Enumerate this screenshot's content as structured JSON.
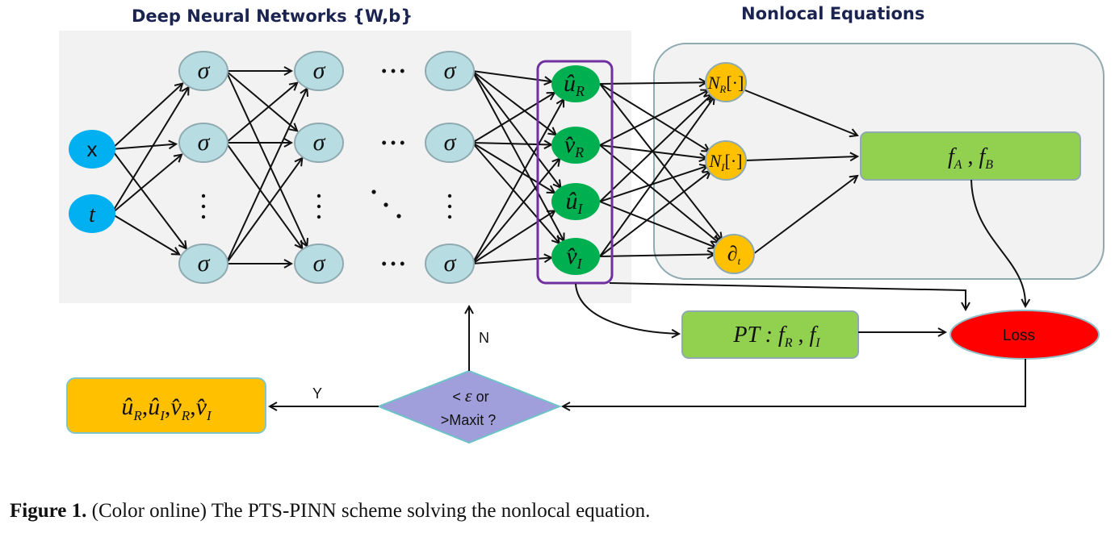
{
  "titles": {
    "left": "Deep Neural  Networks {W,b}",
    "right": "Nonlocal Equations"
  },
  "inputs": [
    "x",
    "t"
  ],
  "hidden_symbol": "σ",
  "ellipsis_h": "• • •",
  "outputs": [
    {
      "base": "û",
      "sub": "R"
    },
    {
      "base": "v̂",
      "sub": "R"
    },
    {
      "base": "û",
      "sub": "I"
    },
    {
      "base": "v̂",
      "sub": "I"
    }
  ],
  "operators": [
    {
      "base": "N",
      "sub": "R",
      "tail": "[·]"
    },
    {
      "base": "N",
      "sub": "I",
      "tail": "[·]"
    },
    {
      "base": "∂",
      "sub": "t",
      "tail": ""
    }
  ],
  "fab_box": {
    "f1": "f",
    "s1": "A",
    "sep": " , ",
    "f2": "f",
    "s2": "B"
  },
  "pt_box": {
    "prefix": "PT : ",
    "f1": "f",
    "s1": "R",
    "sep": " , ",
    "f2": "f",
    "s2": "I"
  },
  "loss_label": "Loss",
  "decision": {
    "line1_a": "< ",
    "eps": "ε",
    "line1_b": " or",
    "line2": ">Maxit ?"
  },
  "branch_labels": {
    "no": "N",
    "yes": "Y"
  },
  "result_box": {
    "text": "û_R, û_I, v̂_R, v̂_I",
    "items": [
      {
        "base": "û",
        "sub": "R"
      },
      {
        "base": "û",
        "sub": "I"
      },
      {
        "base": "v̂",
        "sub": "R"
      },
      {
        "base": "v̂",
        "sub": "I"
      }
    ]
  },
  "caption": {
    "label": "Figure 1.",
    "text": " (Color online) The PTS-PINN scheme solving the nonlocal equation."
  },
  "colors": {
    "input_node": "#00b0f0",
    "hidden_node": "#b7dde2",
    "output_node": "#00b050",
    "operator_node": "#ffc000",
    "green_box": "#92d050",
    "loss_node": "#ff0000",
    "decision": "#a09fdb",
    "result_box": "#ffc000",
    "group_border": "#7030a0",
    "panel_bg": "#f2f2f2"
  }
}
